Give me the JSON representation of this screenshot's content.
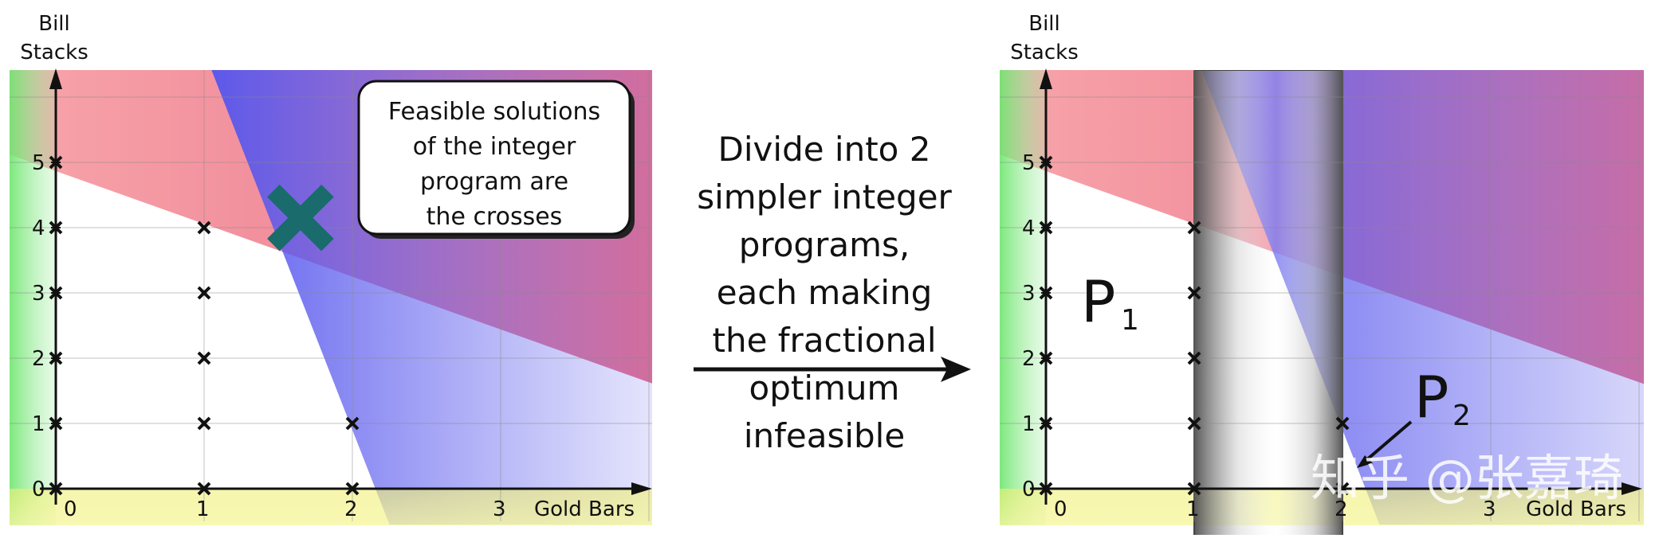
{
  "left_plot": {
    "y_axis_label_line1": "Bill",
    "y_axis_label_line2": "Stacks",
    "x_axis_label": "Gold Bars",
    "x_ticks": [
      "0",
      "1",
      "2",
      "3"
    ],
    "y_ticks": [
      "0",
      "1",
      "2",
      "3",
      "4",
      "5"
    ],
    "callout_lines": [
      "Feasible solutions",
      "of the integer",
      "program are",
      "the crosses"
    ]
  },
  "middle_text_lines": [
    "Divide into 2",
    "simpler integer",
    "programs,",
    "each making",
    "the fractional",
    "optimum",
    "infeasible"
  ],
  "right_plot": {
    "y_axis_label_line1": "Bill",
    "y_axis_label_line2": "Stacks",
    "x_axis_label": "Gold Bars",
    "x_ticks": [
      "0",
      "1",
      "2",
      "3"
    ],
    "y_ticks": [
      "0",
      "1",
      "2",
      "3",
      "4",
      "5"
    ],
    "p1_label": "P",
    "p1_sub": "1",
    "p2_label": "P",
    "p2_sub": "2"
  },
  "watermark": "知乎 @张嘉琦",
  "colors": {
    "red_region": "#f05a64",
    "blue_region": "#5a5af0",
    "green_band": "#5ae65a",
    "yellow_band": "#f0f078",
    "optimum_cross": "#1a6b6b",
    "strip": "#606060"
  },
  "points": [
    [
      0,
      0
    ],
    [
      0,
      1
    ],
    [
      0,
      2
    ],
    [
      0,
      3
    ],
    [
      0,
      4
    ],
    [
      0,
      5
    ],
    [
      1,
      0
    ],
    [
      1,
      1
    ],
    [
      1,
      2
    ],
    [
      1,
      3
    ],
    [
      1,
      4
    ],
    [
      2,
      0
    ],
    [
      2,
      1
    ]
  ],
  "fractional_optimum": [
    1.65,
    4.15
  ]
}
